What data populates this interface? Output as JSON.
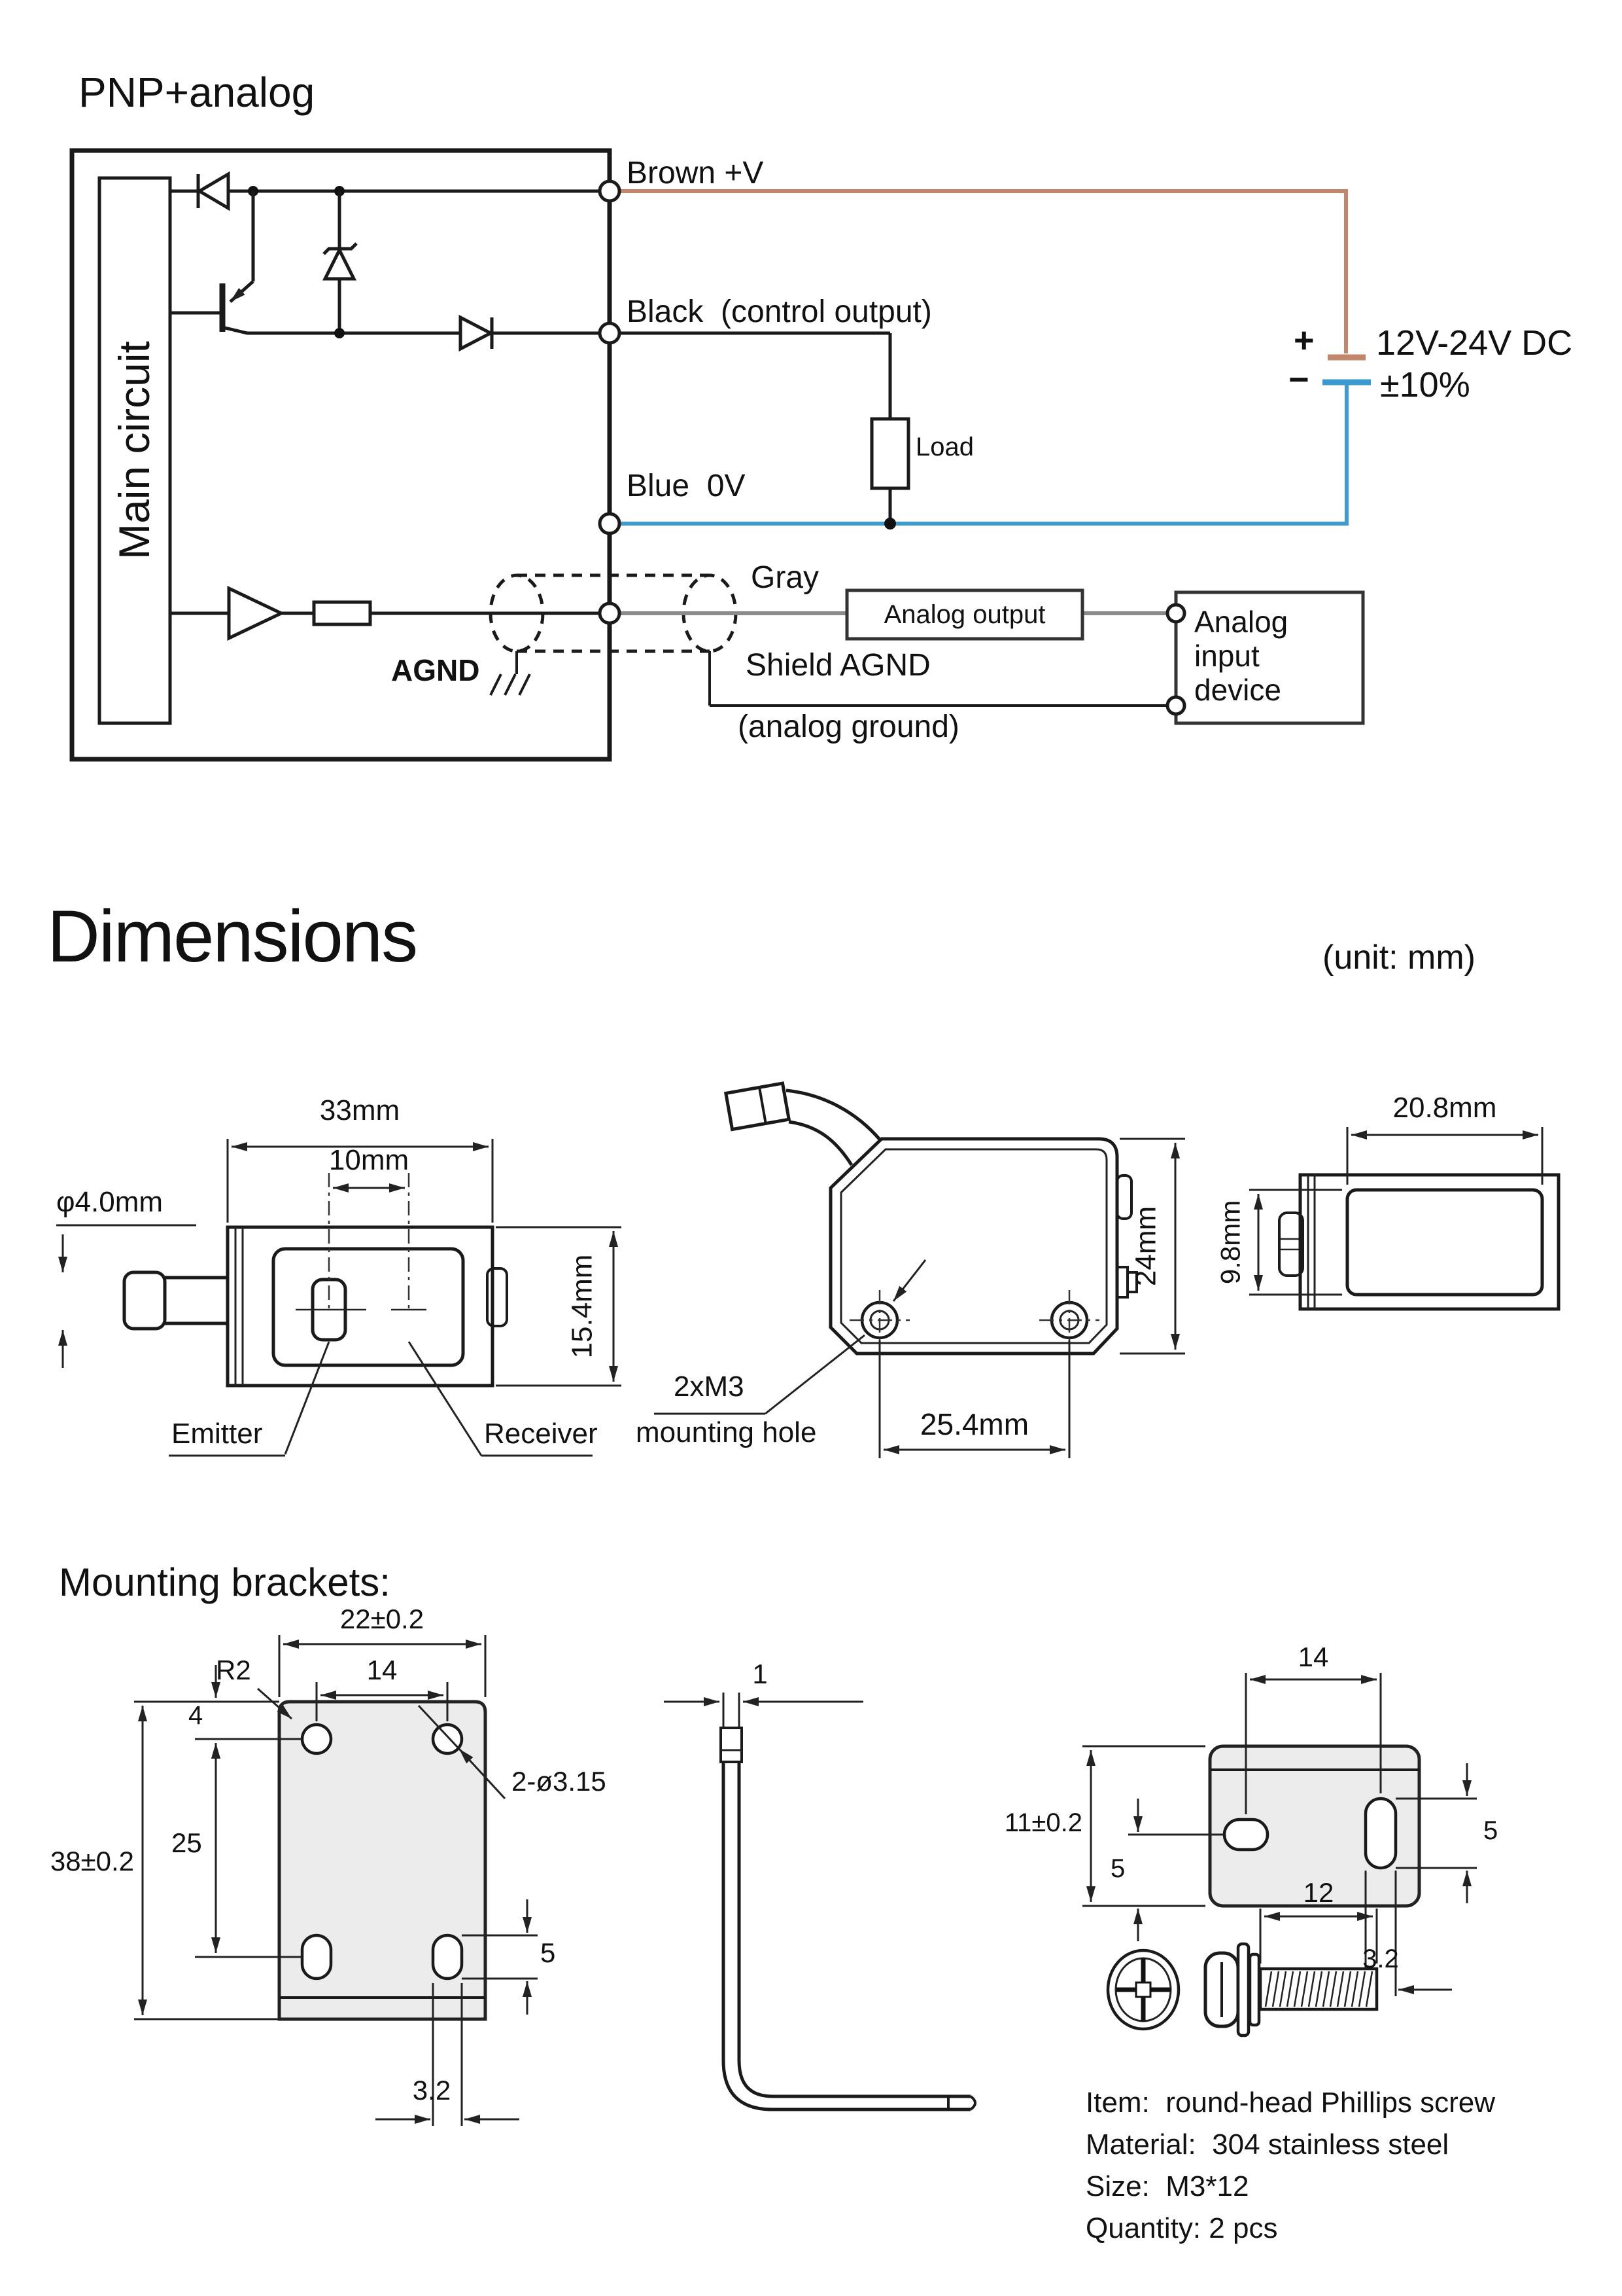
{
  "circuit": {
    "title": "PNP+analog",
    "main_label": "Main circuit",
    "brown_label": "Brown +V",
    "black_label": "Black  (control output)",
    "blue_label": "Blue  0V",
    "gray_label": "Gray",
    "load_label": "Load",
    "analog_output_label": "Analog output",
    "analog_input_label": "Analog input device",
    "agnd_label": "AGND",
    "shield_line1": "Shield AGND",
    "shield_line2": "(analog ground)",
    "plus": "+",
    "minus": "−",
    "voltage": "12V-24V DC",
    "tolerance": "±10%",
    "colors": {
      "brown_wire": "#c2876a",
      "blue_wire": "#3d9bd1",
      "gray_wire": "#8a8a8a"
    }
  },
  "dimensions": {
    "title": "Dimensions",
    "unit": "(unit: mm)",
    "front": {
      "width": "33mm",
      "pitch": "10mm",
      "cable": "φ4.0mm",
      "height": "15.4mm",
      "emitter": "Emitter",
      "receiver": "Receiver"
    },
    "side": {
      "height": "24mm",
      "note1": "2xM3",
      "note2": "mounting hole",
      "pitch": "25.4mm"
    },
    "top": {
      "width": "20.8mm",
      "height": "9.8mm"
    }
  },
  "brackets": {
    "title": "Mounting brackets:",
    "plate": {
      "width": "22±0.2",
      "pitch": "14",
      "radius": "R2",
      "holes": "2-ø3.15",
      "offset4": "4",
      "pitch25": "25",
      "height": "38±0.2",
      "slot5": "5",
      "slot32": "3.2"
    },
    "side": {
      "thickness": "1"
    },
    "top": {
      "pitch14": "14",
      "height11": "11±0.2",
      "off5l": "5",
      "off5r": "5",
      "slot32": "3.2"
    },
    "screw": {
      "len12": "12",
      "item": "Item:  round-head Phillips screw",
      "material": "Material:  304 stainless steel",
      "size": "Size:  M3*12",
      "qty": "Quantity: 2 pcs"
    }
  }
}
